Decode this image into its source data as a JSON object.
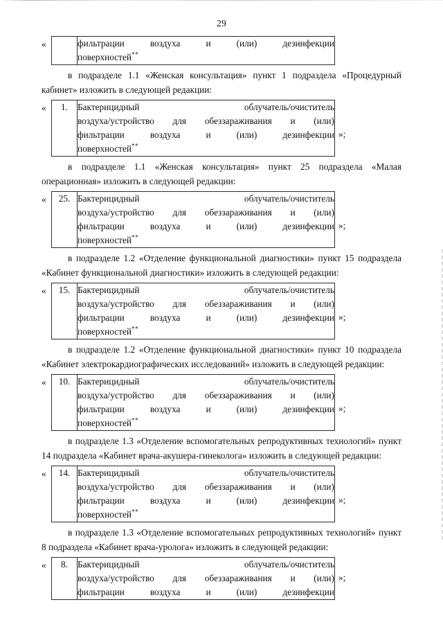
{
  "page": {
    "number": "29"
  },
  "common": {
    "open_quote": "«",
    "close_mark": "»;",
    "row_line1_a": "Бактерицидный",
    "row_line1_b": "облучатель/очиститель",
    "row_line2": [
      "воздуха/устройство",
      "для",
      "обеззараживания",
      "и",
      "(или)"
    ],
    "row_line3": [
      "фильтрации",
      "воздуха",
      "и",
      "(или)",
      "дезинфекции"
    ],
    "row_line4": "поверхностей",
    "footnote_mark": "**"
  },
  "blocks": [
    {
      "type": "table",
      "name": "table-continuation",
      "number": "",
      "lines": 2,
      "has_close_mark": false,
      "continuation": true
    },
    {
      "type": "paragraph",
      "name": "paragraph-1-1-procedurniy",
      "text": "в подразделе 1.1 «Женская консультация» пункт 1 подраздела «Процедурный кабинет» изложить в следующей редакции:"
    },
    {
      "type": "table",
      "name": "table-item-1",
      "number": "1.",
      "lines": 4,
      "has_close_mark": true
    },
    {
      "type": "paragraph",
      "name": "paragraph-1-1-malaya-operacionnaya",
      "text": "в подразделе 1.1 «Женская консультация» пункт 25 подраздела «Малая операционная» изложить в следующей редакции:"
    },
    {
      "type": "table",
      "name": "table-item-25",
      "number": "25.",
      "lines": 4,
      "has_close_mark": true
    },
    {
      "type": "paragraph",
      "name": "paragraph-1-2-funkcionalnaya-diagnostika",
      "text": "в подразделе 1.2 «Отделение функциональной диагностики» пункт 15 подраздела «Кабинет функциональной диагностики» изложить в следующей редакции:"
    },
    {
      "type": "table",
      "name": "table-item-15",
      "number": "15.",
      "lines": 4,
      "has_close_mark": true
    },
    {
      "type": "paragraph",
      "name": "paragraph-1-2-elektrokardiograficheskie",
      "text": "в подразделе 1.2 «Отделение функциональной диагностики» пункт 10 подраздела «Кабинет электрокардиографических исследований» изложить в следующей редакции:"
    },
    {
      "type": "table",
      "name": "table-item-10",
      "number": "10.",
      "lines": 4,
      "has_close_mark": true
    },
    {
      "type": "paragraph",
      "name": "paragraph-1-3-akusher-ginekolog",
      "text": "в подразделе 1.3 «Отделение вспомогательных репродуктивных технологий» пункт 14 подраздела «Кабинет врача-акушера-гинеколога» изложить в следующей редакции:"
    },
    {
      "type": "table",
      "name": "table-item-14",
      "number": "14.",
      "lines": 4,
      "has_close_mark": true
    },
    {
      "type": "paragraph",
      "name": "paragraph-1-3-urolog",
      "text": "в подразделе 1.3 «Отделение вспомогательных репродуктивных технологий» пункт 8 подраздела «Кабинет врача-уролога» изложить в следующей редакции:"
    },
    {
      "type": "table",
      "name": "table-item-8",
      "number": "8.",
      "lines": 3,
      "has_close_mark": true,
      "truncated": true
    }
  ]
}
